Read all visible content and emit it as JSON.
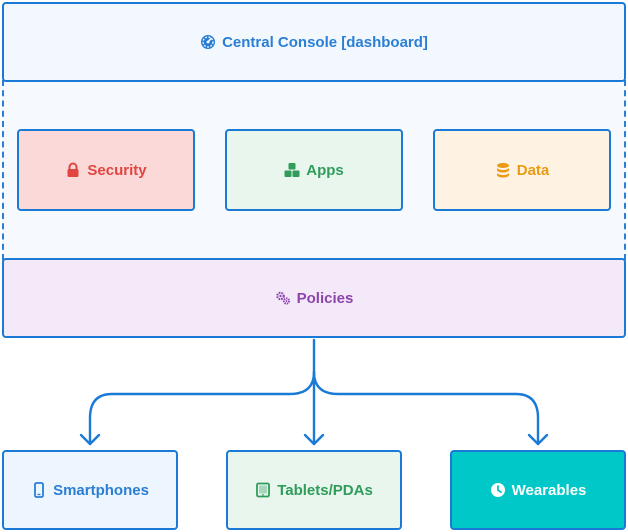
{
  "console": {
    "label": "Central Console [dashboard]",
    "icon": "dashboard-gauge-icon"
  },
  "modules": [
    {
      "label": "Security",
      "icon": "lock-icon"
    },
    {
      "label": "Apps",
      "icon": "cubes-icon"
    },
    {
      "label": "Data",
      "icon": "database-icon"
    }
  ],
  "policies": {
    "label": "Policies",
    "icon": "gears-icon"
  },
  "devices": [
    {
      "label": "Smartphones",
      "icon": "mobile-phone-icon"
    },
    {
      "label": "Tablets/PDAs",
      "icon": "tablet-icon"
    },
    {
      "label": "Wearables",
      "icon": "clock-icon"
    }
  ],
  "colors": {
    "line": "#1b7ad6",
    "console_text": "#2a7fd4",
    "security_text": "#e0463f",
    "apps_text": "#2f9c5a",
    "data_text": "#ea9a14",
    "policies_text": "#8e44ad",
    "wearables_fill": "#00c8c8"
  }
}
